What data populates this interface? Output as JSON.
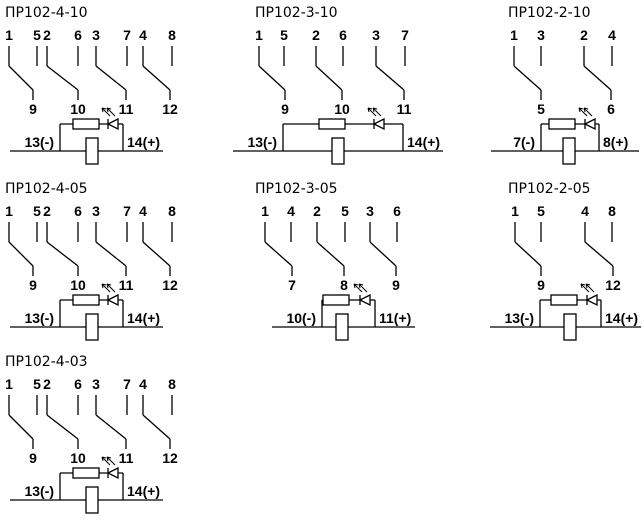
{
  "diagrams": [
    {
      "title": "ПР102-4-10",
      "top": [
        "1",
        "5",
        "2",
        "6",
        "3",
        "7",
        "4",
        "8"
      ],
      "bottom": [
        "9",
        "10",
        "11",
        "12"
      ],
      "coil_left": "13(-)",
      "coil_right": "14(+)"
    },
    {
      "title": "ПР102-3-10",
      "top": [
        "1",
        "5",
        "2",
        "6",
        "3",
        "7"
      ],
      "bottom": [
        "9",
        "10",
        "11"
      ],
      "coil_left": "13(-)",
      "coil_right": "14(+)"
    },
    {
      "title": "ПР102-2-10",
      "top": [
        "1",
        "3",
        "2",
        "4"
      ],
      "bottom": [
        "5",
        "6"
      ],
      "coil_left": "7(-)",
      "coil_right": "8(+)"
    },
    {
      "title": "ПР102-4-05",
      "top": [
        "1",
        "5",
        "2",
        "6",
        "3",
        "7",
        "4",
        "8"
      ],
      "bottom": [
        "9",
        "10",
        "11",
        "12"
      ],
      "coil_left": "13(-)",
      "coil_right": "14(+)"
    },
    {
      "title": "ПР102-3-05",
      "top": [
        "1",
        "4",
        "2",
        "5",
        "3",
        "6"
      ],
      "bottom": [
        "7",
        "8",
        "9"
      ],
      "coil_left": "10(-)",
      "coil_right": "11(+)"
    },
    {
      "title": "ПР102-2-05",
      "top": [
        "1",
        "5",
        "4",
        "8"
      ],
      "bottom": [
        "9",
        "12"
      ],
      "coil_left": "13(-)",
      "coil_right": "14(+)"
    },
    {
      "title": "ПР102-4-03",
      "top": [
        "1",
        "5",
        "2",
        "6",
        "3",
        "7",
        "4",
        "8"
      ],
      "bottom": [
        "9",
        "10",
        "11",
        "12"
      ],
      "coil_left": "13(-)",
      "coil_right": "14(+)"
    }
  ]
}
